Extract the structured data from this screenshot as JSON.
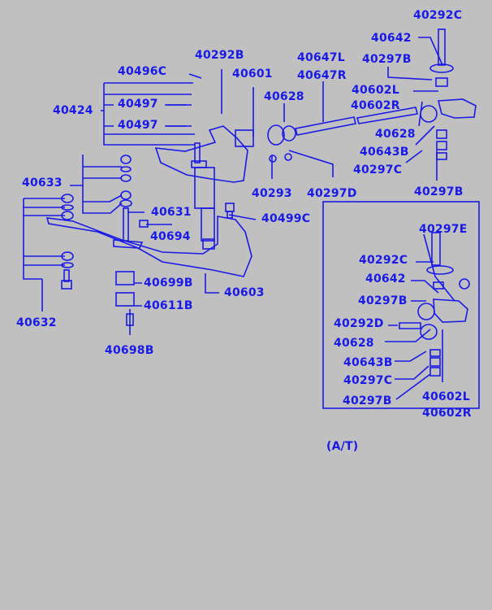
{
  "colors": {
    "ink": "#1a1ae6",
    "background": "#c0c0c0"
  },
  "main_labels": [
    "40292C",
    "40642",
    "40297B",
    "40647L",
    "40647R",
    "40292B",
    "40601",
    "40496C",
    "40424",
    "40497",
    "40497",
    "40628",
    "40602L",
    "40602R",
    "40628",
    "40643B",
    "40297C",
    "40297B",
    "40293",
    "40297D",
    "40499C",
    "40633",
    "40631",
    "40694",
    "40699B",
    "40603",
    "40611B",
    "40632",
    "40698B"
  ],
  "at_inset": {
    "caption": "(A/T)",
    "labels": [
      "40297E",
      "40292C",
      "40642",
      "40297B",
      "40292D",
      "40628",
      "40643B",
      "40297C",
      "40297B",
      "40602L",
      "40602R"
    ]
  }
}
